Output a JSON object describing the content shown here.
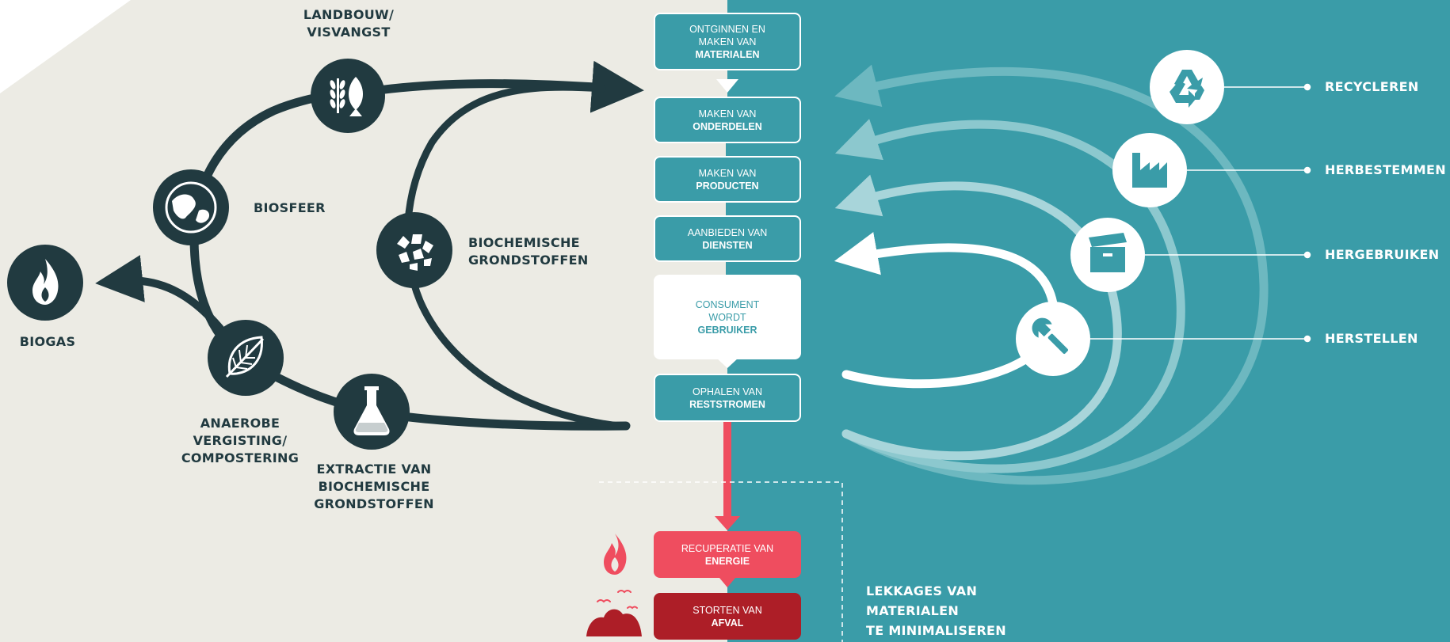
{
  "colors": {
    "background_left": "#ecebe4",
    "background_right": "#3a9ca8",
    "dark": "#213a40",
    "accent_pink": "#ef4d5f",
    "accent_dark_red": "#ad1e27",
    "white": "#ffffff"
  },
  "bio_cycle": {
    "landbouw": "LANDBOUW/\nVISVANGST",
    "biosfeer": "BIOSFEER",
    "biochemische_grondstoffen": "BIOCHEMISCHE\nGRONDSTOFFEN",
    "biogas": "BIOGAS",
    "anaerobe": "ANAEROBE\nVERGISTING/\nCOMPOSTERING",
    "extractie": "EXTRACTIE VAN\nBIOCHEMISCHE\nGRONDSTOFFEN"
  },
  "icons": {
    "landbouw": "wheat-fish-icon",
    "biosfeer": "globe-icon",
    "grondstoffen": "granules-icon",
    "biogas": "flame-icon",
    "vergisting": "leaf-icon",
    "extractie": "flask-icon",
    "recyclen": "recycle-icon",
    "herbestemmen": "factory-icon",
    "hergebruiken": "box-icon",
    "herstellen": "wrench-icon",
    "energie": "fire-icon",
    "afval": "landfill-birds-icon"
  },
  "chain": [
    {
      "light": "ONTGINNEN EN",
      "light2": "MAKEN VAN",
      "bold": "MATERIALEN"
    },
    {
      "light": "MAKEN VAN",
      "bold": "ONDERDELEN"
    },
    {
      "light": "MAKEN VAN",
      "bold": "PRODUCTEN"
    },
    {
      "light": "AANBIEDEN VAN",
      "bold": "DIENSTEN"
    },
    {
      "light": "CONSUMENT",
      "light2": "WORDT",
      "bold": "GEBRUIKER"
    },
    {
      "light": "OPHALEN VAN",
      "bold": "RESTSTROMEN"
    }
  ],
  "leakage": [
    {
      "light": "RECUPERATIE VAN",
      "bold": "ENERGIE"
    },
    {
      "light": "STORTEN VAN",
      "bold": "AFVAL"
    }
  ],
  "tech_cycle": {
    "recycleren": "RECYCLEREN",
    "herbestemmen": "HERBESTEMMEN",
    "hergebruiken": "HERGEBRUIKEN",
    "herstellen": "HERSTELLEN"
  },
  "lekkages": "LEKKAGES VAN\nMATERIALEN\nTE MINIMALISEREN"
}
